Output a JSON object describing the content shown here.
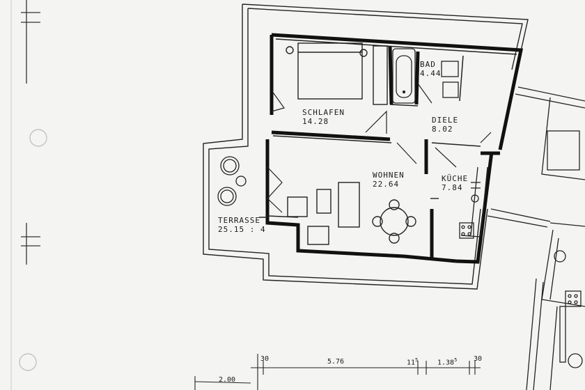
{
  "rooms": {
    "bad": {
      "name": "BAD",
      "area": "4.44"
    },
    "schlafen": {
      "name": "SCHLAFEN",
      "area": "14.28"
    },
    "diele": {
      "name": "DIELE",
      "area": "8.02"
    },
    "wohnen": {
      "name": "WOHNEN",
      "area": "22.64"
    },
    "kueche": {
      "name": "KÜCHE",
      "area": "7.84"
    },
    "terrasse": {
      "name": "TERRASSE",
      "area": "25.15 : 4"
    }
  },
  "dimensions": {
    "d1": "30",
    "d2": "5.76",
    "d3": "11",
    "d3_sup": "5",
    "d4": "1.38",
    "d4_sup": "5",
    "d5": "30",
    "d6": "2.00"
  }
}
